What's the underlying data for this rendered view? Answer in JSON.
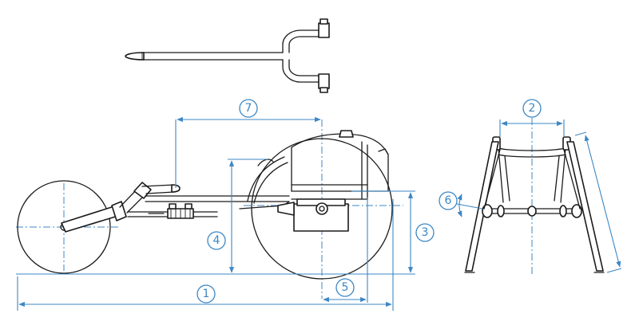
{
  "figure": {
    "colors": {
      "line": "#1a1a1a",
      "dimension": "#3c87c4"
    }
  },
  "dimensions": [
    {
      "id": "1",
      "label": "1"
    },
    {
      "id": "2",
      "label": "2"
    },
    {
      "id": "3",
      "label": "3"
    },
    {
      "id": "4",
      "label": "4"
    },
    {
      "id": "5",
      "label": "5"
    },
    {
      "id": "6",
      "label": "6"
    },
    {
      "id": "7",
      "label": "7"
    }
  ]
}
